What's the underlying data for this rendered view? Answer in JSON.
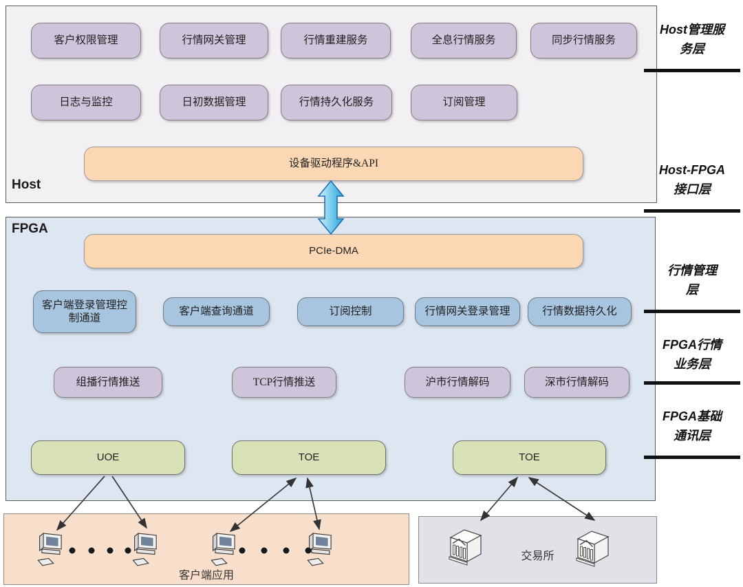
{
  "host_section": {
    "label": "Host",
    "row1": [
      "客户权限管理",
      "行情网关管理",
      "行情重建服务",
      "全息行情服务",
      "同步行情服务"
    ],
    "row2": [
      "日志与监控",
      "日初数据管理",
      "行情持久化服务",
      "订阅管理"
    ],
    "driver_api": "设备驱动程序&API"
  },
  "fpga_section": {
    "label": "FPGA",
    "pcie_dma": "PCIe-DMA",
    "channel_row": [
      "客户端登录管理控\n制通道",
      "客户端查询通道",
      "订阅控制",
      "行情网关登录管理",
      "行情数据持久化"
    ],
    "business_row": [
      "组播行情推送",
      "TCP行情推送",
      "沪市行情解码",
      "深市行情解码"
    ],
    "comm_row": [
      "UOE",
      "TOE",
      "TOE"
    ]
  },
  "bottom": {
    "clients_label": "客户端应用",
    "exchange_label": "交易所"
  },
  "layer_labels": [
    "Host管理服\n务层",
    "Host-FPGA\n接口层",
    "行情管理\n层",
    "FPGA行情\n业务层",
    "FPGA基础\n通讯层"
  ],
  "icons": {
    "host_fpga_link": "double-vertical-arrow-icon",
    "client": "computer-icon",
    "exchange": "exchange-building-icon"
  },
  "colors": {
    "host_panel_bg": "#f2f0f3",
    "fpga_panel_bg": "#dde6f1",
    "clients_panel_bg": "#f8dfcb",
    "exchange_panel_bg": "#e3e1e7",
    "purple_node": "#cec5db",
    "orange_node": "#fbd8b3",
    "blue_node": "#a7c5df",
    "green_node": "#d9e2b7",
    "link_arrow": "#45b6e0",
    "line_arrow": "#3a3a3a"
  }
}
